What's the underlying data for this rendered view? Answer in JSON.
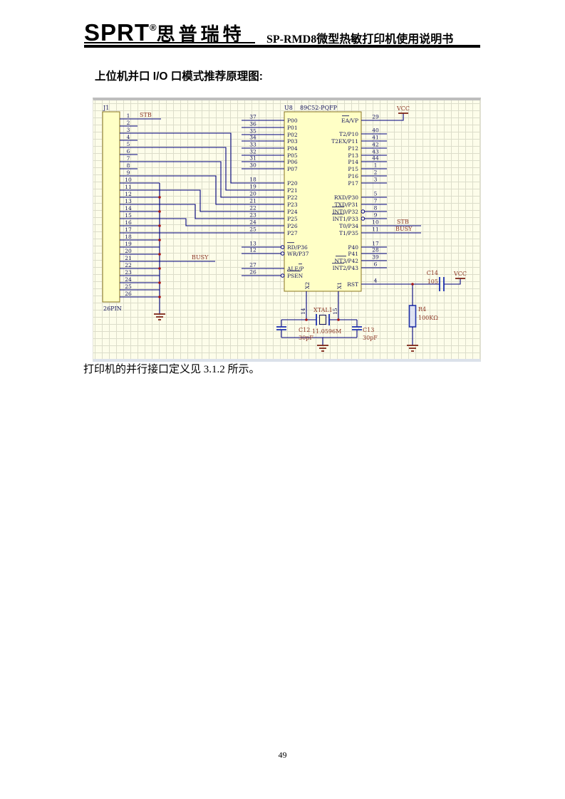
{
  "header": {
    "logo_en": "SPRT",
    "logo_reg": "®",
    "logo_cn": "思普瑞特",
    "doc_title": "SP-RMD8微型热敏打印机使用说明书"
  },
  "heading": "上位机并口 I/O 口模式推荐原理图:",
  "caption": "打印机的并行接口定义见 3.1.2 所示。",
  "page_number": "49",
  "colors": {
    "wire": "#00007e",
    "net_label": "#8b3524",
    "symbol": "#7b2114",
    "sheet_bg": "#fdfdea",
    "part_fill": "#ffffc6"
  },
  "schematic": {
    "connector": {
      "ref": "J1",
      "type_label": "26PIN",
      "pins": [
        "1",
        "2",
        "3",
        "4",
        "5",
        "6",
        "7",
        "8",
        "9",
        "10",
        "11",
        "12",
        "13",
        "14",
        "15",
        "16",
        "17",
        "18",
        "19",
        "20",
        "21",
        "22",
        "23",
        "24",
        "25",
        "26"
      ],
      "stb_label": "STB",
      "busy_label": "BUSY"
    },
    "chip": {
      "ref": "U8",
      "part": "89C52-PQFP",
      "left": [
        {
          "num": "37",
          "label": "P00"
        },
        {
          "num": "36",
          "label": "P01"
        },
        {
          "num": "35",
          "label": "P02"
        },
        {
          "num": "34",
          "label": "P03"
        },
        {
          "num": "33",
          "label": "P04"
        },
        {
          "num": "32",
          "label": "P05"
        },
        {
          "num": "31",
          "label": "P06"
        },
        {
          "num": "30",
          "label": "P07"
        },
        {
          "num": "18",
          "label": "P20"
        },
        {
          "num": "19",
          "label": "P21"
        },
        {
          "num": "20",
          "label": "P22"
        },
        {
          "num": "21",
          "label": "P23"
        },
        {
          "num": "22",
          "label": "P24"
        },
        {
          "num": "23",
          "label": "P25"
        },
        {
          "num": "24",
          "label": "P26"
        },
        {
          "num": "25",
          "label": "P27"
        },
        {
          "num": "13",
          "label": "RD/P36"
        },
        {
          "num": "12",
          "label": "WR/P37"
        },
        {
          "num": "27",
          "label": "ALE/P"
        },
        {
          "num": "26",
          "label": "PSEN"
        }
      ],
      "right": [
        {
          "label": "EA/VP",
          "num": "29"
        },
        {
          "label": "T2/P10",
          "num": "40"
        },
        {
          "label": "T2EX/P11",
          "num": "41"
        },
        {
          "label": "P12",
          "num": "42"
        },
        {
          "label": "P13",
          "num": "43"
        },
        {
          "label": "P14",
          "num": "44"
        },
        {
          "label": "P15",
          "num": "1"
        },
        {
          "label": "P16",
          "num": "2"
        },
        {
          "label": "P17",
          "num": "3"
        },
        {
          "label": "RXD/P30",
          "num": "5"
        },
        {
          "label": "TXD/P31",
          "num": "7"
        },
        {
          "label": "INT0/P32",
          "num": "8"
        },
        {
          "label": "INT1/P33",
          "num": "9"
        },
        {
          "label": "T0/P34",
          "num": "10"
        },
        {
          "label": "T1/P35",
          "num": "11"
        },
        {
          "label": "P40",
          "num": "17"
        },
        {
          "label": "P41",
          "num": "28"
        },
        {
          "label": "NT3/P42",
          "num": "39"
        },
        {
          "label": "INT2/P43",
          "num": "6"
        },
        {
          "label": "RST",
          "num": "4"
        }
      ],
      "x2_label": "X2",
      "x1_label": "X1",
      "stb_label": "STB",
      "busy_label": "BUSY"
    },
    "power": {
      "vcc": "VCC"
    },
    "components": {
      "xtal": {
        "ref": "XTAL1",
        "value": "11.0596M"
      },
      "c12": {
        "ref": "C12",
        "value": "30pF"
      },
      "c13": {
        "ref": "C13",
        "value": "30pF"
      },
      "c14": {
        "ref": "C14",
        "value": "105"
      },
      "r4": {
        "ref": "R4",
        "value": "100KΩ"
      },
      "x2_pin": "14",
      "x1_pin": "15"
    }
  }
}
